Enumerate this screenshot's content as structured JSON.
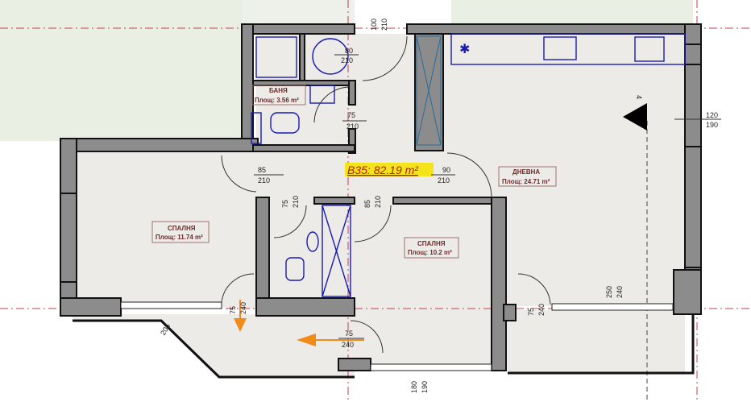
{
  "plan": {
    "title": "B35: 82.19 m²",
    "section_marker": "4",
    "rooms": [
      {
        "name": "БАНЯ",
        "area": "Площ: 3.56 m²"
      },
      {
        "name": "СПАЛНЯ",
        "area": "Площ: 11.74 m²"
      },
      {
        "name": "СПАЛНЯ",
        "area": "Площ: 10.2 m²"
      },
      {
        "name": "ДНЕВНА",
        "area": "Площ: 24.71 m²"
      }
    ],
    "openings": [
      {
        "w": "100",
        "h": "210"
      },
      {
        "w": "80",
        "h": "210"
      },
      {
        "w": "75",
        "h": "210"
      },
      {
        "w": "85",
        "h": "210"
      },
      {
        "w": "90",
        "h": "210"
      },
      {
        "w": "75",
        "h": "210"
      },
      {
        "w": "85",
        "h": "210"
      },
      {
        "w": "120",
        "h": "190"
      },
      {
        "w": "75",
        "h": "240"
      },
      {
        "w": "75",
        "h": "240"
      },
      {
        "w": "75",
        "h": "240"
      },
      {
        "w": "250",
        "h": "240"
      },
      {
        "w": "180",
        "h": "190"
      },
      {
        "w": "205",
        "h": ""
      }
    ],
    "colors": {
      "floor": "#ecebe8",
      "wall": "#8c8c8c",
      "fixture": "#1b1bb0",
      "label": "#6b2a2a",
      "highlight": "#f4e51a",
      "arrow": "#f28a1a",
      "exterior": "#e9efe2"
    }
  }
}
